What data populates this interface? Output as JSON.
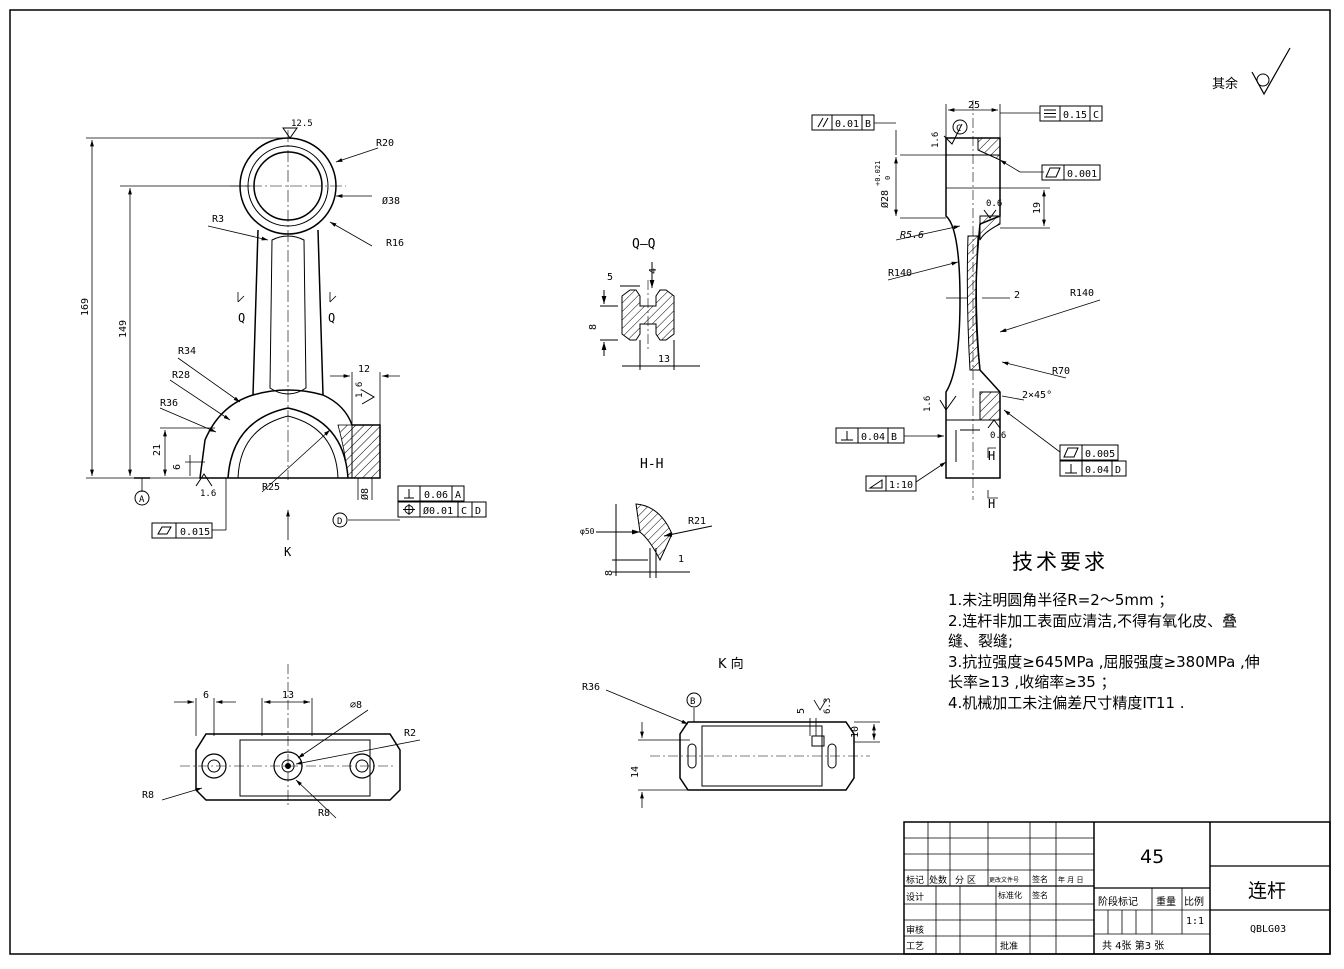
{
  "corner_note": "其余",
  "views": {
    "qq_label": "Q—Q",
    "hh_label": "H-H",
    "k_view_label": "K 向"
  },
  "dims": {
    "r20": "R20",
    "d38": "Ø38",
    "r16": "R16",
    "r3": "R3",
    "d169": "169",
    "d149": "149",
    "r34": "R34",
    "r28": "R28",
    "r36": "R36",
    "d21": "21",
    "d6": "6",
    "r25": "R25",
    "d12": "12",
    "ra16": "1.6",
    "ra125": "12.5",
    "phi8": "Ø8",
    "section_q": "Q",
    "arrow_k": "K",
    "datum_a": "A",
    "datum_d": "D",
    "d5": "5",
    "d4": "4",
    "d8": "8",
    "d13": "13",
    "d25": "25",
    "d28": "Ø28",
    "tol28": "+0.021",
    "tol28b": "0",
    "d19": "19",
    "r56": "R5.6",
    "r140": "R140",
    "d2": "2",
    "r70": "R70",
    "ch2x45": "2×45°",
    "ra06": "0.6",
    "section_h": "H",
    "datum_b": "B",
    "datum_c": "C",
    "phi50": "φ50",
    "r21": "R21",
    "d1": "1",
    "phi8s": "∅8",
    "r2": "R2",
    "r8": "R8",
    "d6s": "6",
    "d13s": "13",
    "r36k": "R36",
    "d5k": "5",
    "ra63": "6.3",
    "d14": "14",
    "d10": "10"
  },
  "gdt": {
    "flat": "0.015",
    "perp_a": "0.06",
    "perp_a_ref": "A",
    "pos": "Ø0.01",
    "pos_ref1": "C",
    "pos_ref2": "D",
    "par": "0.01",
    "par_ref": "B",
    "sym": "0.15",
    "sym_ref": "C",
    "cyl": "0.001",
    "perp_b": "0.04",
    "perp_b_ref": "B",
    "taper": "1:10",
    "cyl2": "0.005",
    "perp_d": "0.04",
    "perp_d_ref": "D"
  },
  "requirements": {
    "title": "技术要求",
    "items": [
      "1.未注明圆角半径R=2～5mm ；",
      "2.连杆非加工表面应清洁,不得有氧化皮、叠",
      "   缝、裂缝;",
      "3.抗拉强度≥645MPa ,屈服强度≥380MPa ,伸",
      "   长率≥13 ,收缩率≥35 ；",
      "4.机械加工未注偏差尺寸精度IT11 ."
    ]
  },
  "title_block": {
    "material": "45",
    "part_name": "连杆",
    "drawing_no": "QBLG03",
    "scale": "1:1",
    "sheets": "共 4张  第3 张",
    "h_mark": "标记",
    "h_count": "处数",
    "h_zone": "分 区",
    "h_docno": "更改文件号",
    "h_sign": "签名",
    "h_date": "年 月 日",
    "r_design": "设计",
    "r_std": "标准化",
    "r_sign2": "签名",
    "r_check": "审核",
    "r_process": "工艺",
    "r_approve": "批准",
    "stage_mark": "阶段标记",
    "weight": "重量",
    "ratio": "比例"
  }
}
